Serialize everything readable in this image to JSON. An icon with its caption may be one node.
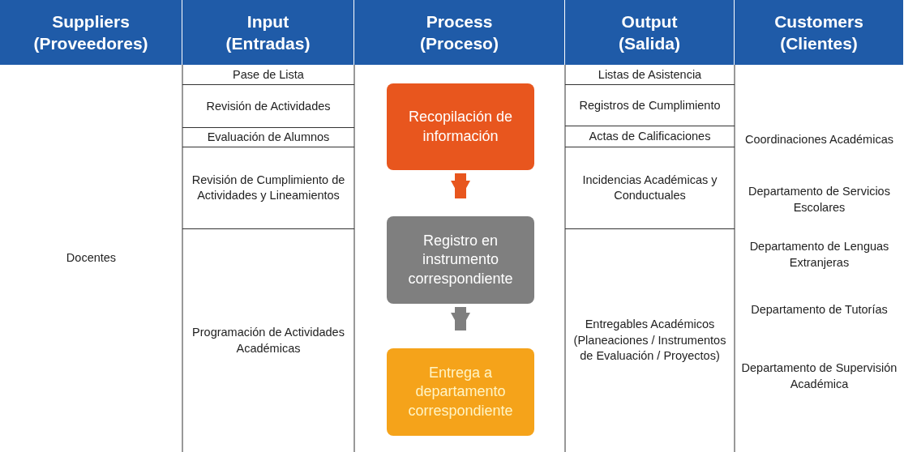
{
  "diagram": {
    "nodes": [
      {
        "text": [
          "Recopilación de información"
        ]
      },
      {
        "text": [
          "Registro en instrumento correspondiente"
        ]
      },
      {
        "text": [
          "Entrega a departamento correspondiente"
        ]
      }
    ],
    "edges": [
      {
        "from": 0,
        "to": 1,
        "arrow": "to",
        "color": "#e8561e"
      },
      {
        "from": 1,
        "to": 2,
        "arrow": "to",
        "color": "#7f7f7f"
      }
    ],
    "labels": [
      "Suppliers (Proveedores)",
      "Input (Entradas)",
      "Process (Proceso)",
      "Output (Salida)",
      "Customers (Clientes)",
      "Docentes",
      "Pase de Lista",
      "Revisión de Actividades",
      "Evaluación de Alumnos",
      "Revisión de Cumplimiento de Actividades y Lineamientos",
      "Programación de Actividades Académicas",
      "Listas de Asistencia",
      "Registros de Cumplimiento",
      "Actas de Calificaciones",
      "Incidencias Académicas y Conductuales",
      "Entregables Académicos (Planeaciones / Instrumentos de Evaluación / Proyectos)",
      "Coordinaciones Académicas",
      "Departamento de Servicios Escolares",
      "Departamento de Lenguas Extranjeras",
      "Departamento de Tutorías",
      "Departamento de Supervisión Académica"
    ]
  }
}
